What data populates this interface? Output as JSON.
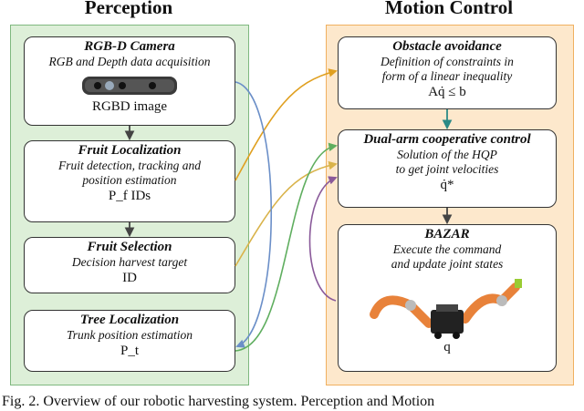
{
  "columns": {
    "left_title": "Perception",
    "right_title": "Motion Control"
  },
  "perception": [
    {
      "title": "RGB-D Camera",
      "desc": [
        "RGB and Depth data acquisition"
      ],
      "sym": "RGBD image"
    },
    {
      "title": "Fruit Localization",
      "desc": [
        "Fruit detection, tracking and",
        "position estimation"
      ],
      "sym": "P_f  IDs"
    },
    {
      "title": "Fruit Selection",
      "desc": [
        "Decision harvest target"
      ],
      "sym": "ID"
    },
    {
      "title": "Tree Localization",
      "desc": [
        "Trunk position estimation"
      ],
      "sym": "P_t"
    }
  ],
  "motion": [
    {
      "title": "Obstacle avoidance",
      "desc": [
        "Definition of constraints in",
        "form of a linear inequality"
      ],
      "sym": "Aq̇ ≤ b"
    },
    {
      "title": "Dual-arm cooperative control",
      "desc": [
        "Solution of the HQP",
        "to get joint velocities"
      ],
      "sym": "q̇*"
    },
    {
      "title": "BAZAR",
      "desc": [
        "Execute the command",
        "and update joint states"
      ],
      "sym": "q"
    }
  ],
  "caption": "Fig. 2.   Overview of our robotic harvesting system. Perception and Motion",
  "colors": {
    "perception_bg": "#ddefd8",
    "motion_bg": "#fde8cc",
    "arrow_orange": "#e0a020",
    "arrow_yellow": "#d9b34a",
    "arrow_blue": "#6b8fc8",
    "arrow_green": "#5fae5f",
    "arrow_purple": "#8a5a9a",
    "arrow_teal": "#2a8a86"
  }
}
